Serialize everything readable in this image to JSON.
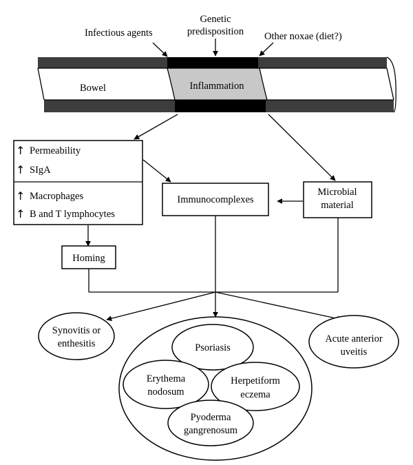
{
  "inputs": {
    "infectious": "Infectious agents",
    "genetic_line1": "Genetic",
    "genetic_line2": "predisposition",
    "noxae": "Other noxae (diet?)"
  },
  "bowel": {
    "label": "Bowel",
    "inflammation": "Inflammation"
  },
  "effects": {
    "up_arrow": "↑",
    "permeability": "Permeability",
    "siga": "SIgA",
    "macrophages": "Macrophages",
    "lymphocytes": "B and T lymphocytes"
  },
  "nodes": {
    "homing": "Homing",
    "immunocomplexes": "Immunocomplexes",
    "microbial_line1": "Microbial",
    "microbial_line2": "material"
  },
  "outcomes": {
    "synovitis_line1": "Synovitis or",
    "synovitis_line2": "enthesitis",
    "uveitis_line1": "Acute anterior",
    "uveitis_line2": "uveitis",
    "psoriasis": "Psoriasis",
    "erythema_line1": "Erythema",
    "erythema_line2": "nodosum",
    "herpetiform_line1": "Herpetiform",
    "herpetiform_line2": "eczema",
    "pyoderma_line1": "Pyoderma",
    "pyoderma_line2": "gangrenosum"
  },
  "colors": {
    "bowel_wall": "#3d3d3d",
    "inflamed_wall": "#000000",
    "inflammation_fill": "#c8c8c8"
  }
}
